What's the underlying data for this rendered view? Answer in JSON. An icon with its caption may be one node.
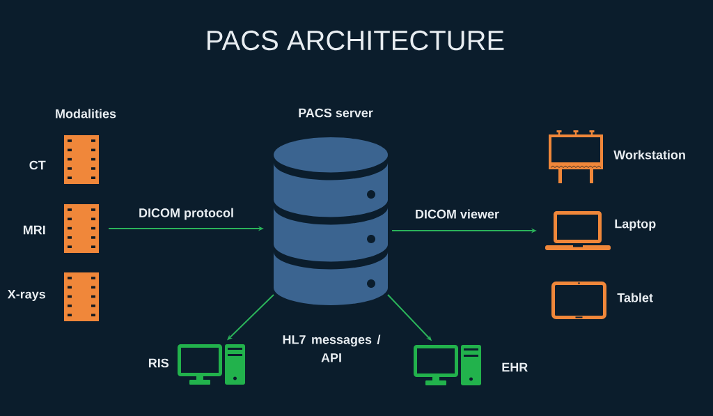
{
  "diagram": {
    "title": "PACS ARCHITECTURE",
    "nodes": [
      {
        "text": [
          "CT"
        ]
      },
      {
        "text": [
          "MRI"
        ]
      },
      {
        "text": [
          "X-rays"
        ]
      },
      {
        "text": [
          "PACS server"
        ]
      },
      {
        "text": [
          "Workstation"
        ]
      },
      {
        "text": [
          "Laptop"
        ]
      },
      {
        "text": [
          "Tablet"
        ]
      },
      {
        "text": [
          "RIS"
        ]
      },
      {
        "text": [
          "EHR"
        ]
      }
    ],
    "edges": [
      {
        "from": 1,
        "to": 3,
        "arrow": "to",
        "label": "DICOM protocol"
      },
      {
        "from": 3,
        "to": 5,
        "arrow": "to",
        "label": "DICOM viewer"
      },
      {
        "from": 3,
        "to": 7,
        "arrow": "to"
      },
      {
        "from": 3,
        "to": 8,
        "arrow": "to"
      }
    ],
    "labels": [
      "Modalities",
      "HL7 messages / API"
    ]
  }
}
